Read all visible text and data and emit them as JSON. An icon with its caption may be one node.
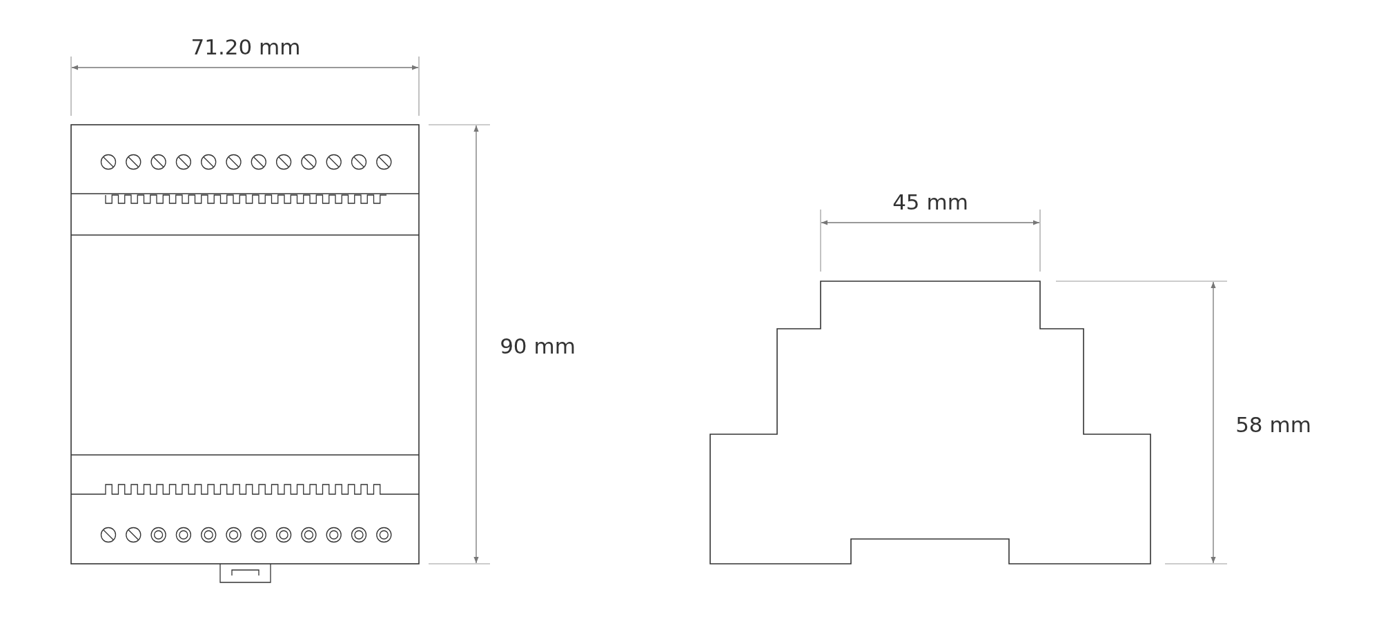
{
  "diagram": {
    "labels": [
      "71.20 mm",
      "90 mm",
      "45 mm",
      "58 mm"
    ]
  }
}
